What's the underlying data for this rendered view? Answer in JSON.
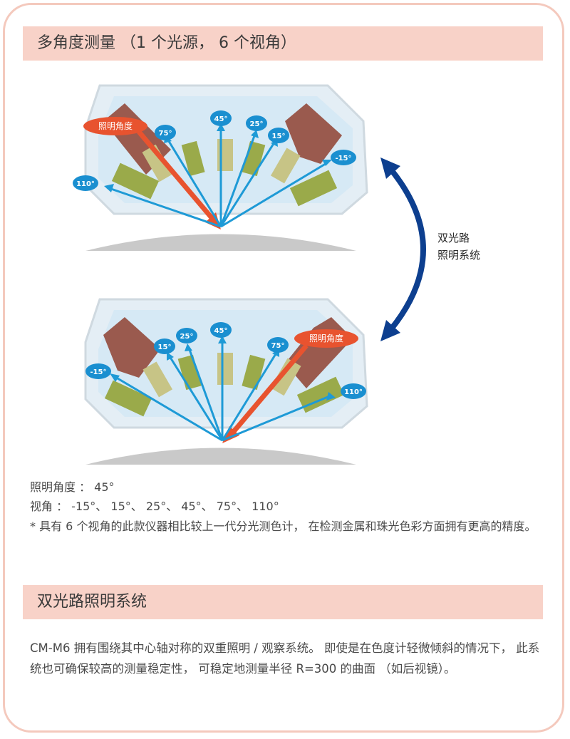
{
  "section1": {
    "title": "多角度测量 （1 个光源， 6 个视角）",
    "top_diagram": {
      "illumination_label": "照明角度",
      "angles": [
        "110°",
        "75°",
        "45°",
        "25°",
        "15°",
        "-15°"
      ]
    },
    "bottom_diagram": {
      "illumination_label": "照明角度",
      "angles": [
        "-15°",
        "15°",
        "25°",
        "45°",
        "75°",
        "110°"
      ]
    },
    "dual_path_label_line1": "双光路",
    "dual_path_label_line2": "照明系统",
    "illumination_angle_line": "照明角度 ： 45°",
    "viewing_angle_line": "视角 ： -15°、 15°、 25°、 45°、 75°、 110°",
    "note": "* 具有 6 个视角的此款仪器相比较上一代分光测色计， 在检测金属和珠光色彩方面拥有更高的精度。"
  },
  "section2": {
    "title": "双光路照明系统",
    "paragraph": "CM-M6 拥有围绕其中心轴对称的双重照明 / 观察系统。 即使是在色度计轻微倾斜的情况下， 此系统也可确保较高的测量稳定性， 可稳定地测量半径 R=300 的曲面 （如后视镜）。"
  },
  "colors": {
    "frame_border": "#f4c9bd",
    "section_bar": "#f8d2c8",
    "badge_blue": "#1a8fd0",
    "arrow_blue": "#1e9ad6",
    "illum_red": "#e8532f",
    "dual_arrow_navy": "#0d3f8f",
    "housing_brown": "#9a5a4e",
    "sensor_green": "#9aaa4a",
    "chamber_bg": "#dcecf6"
  }
}
